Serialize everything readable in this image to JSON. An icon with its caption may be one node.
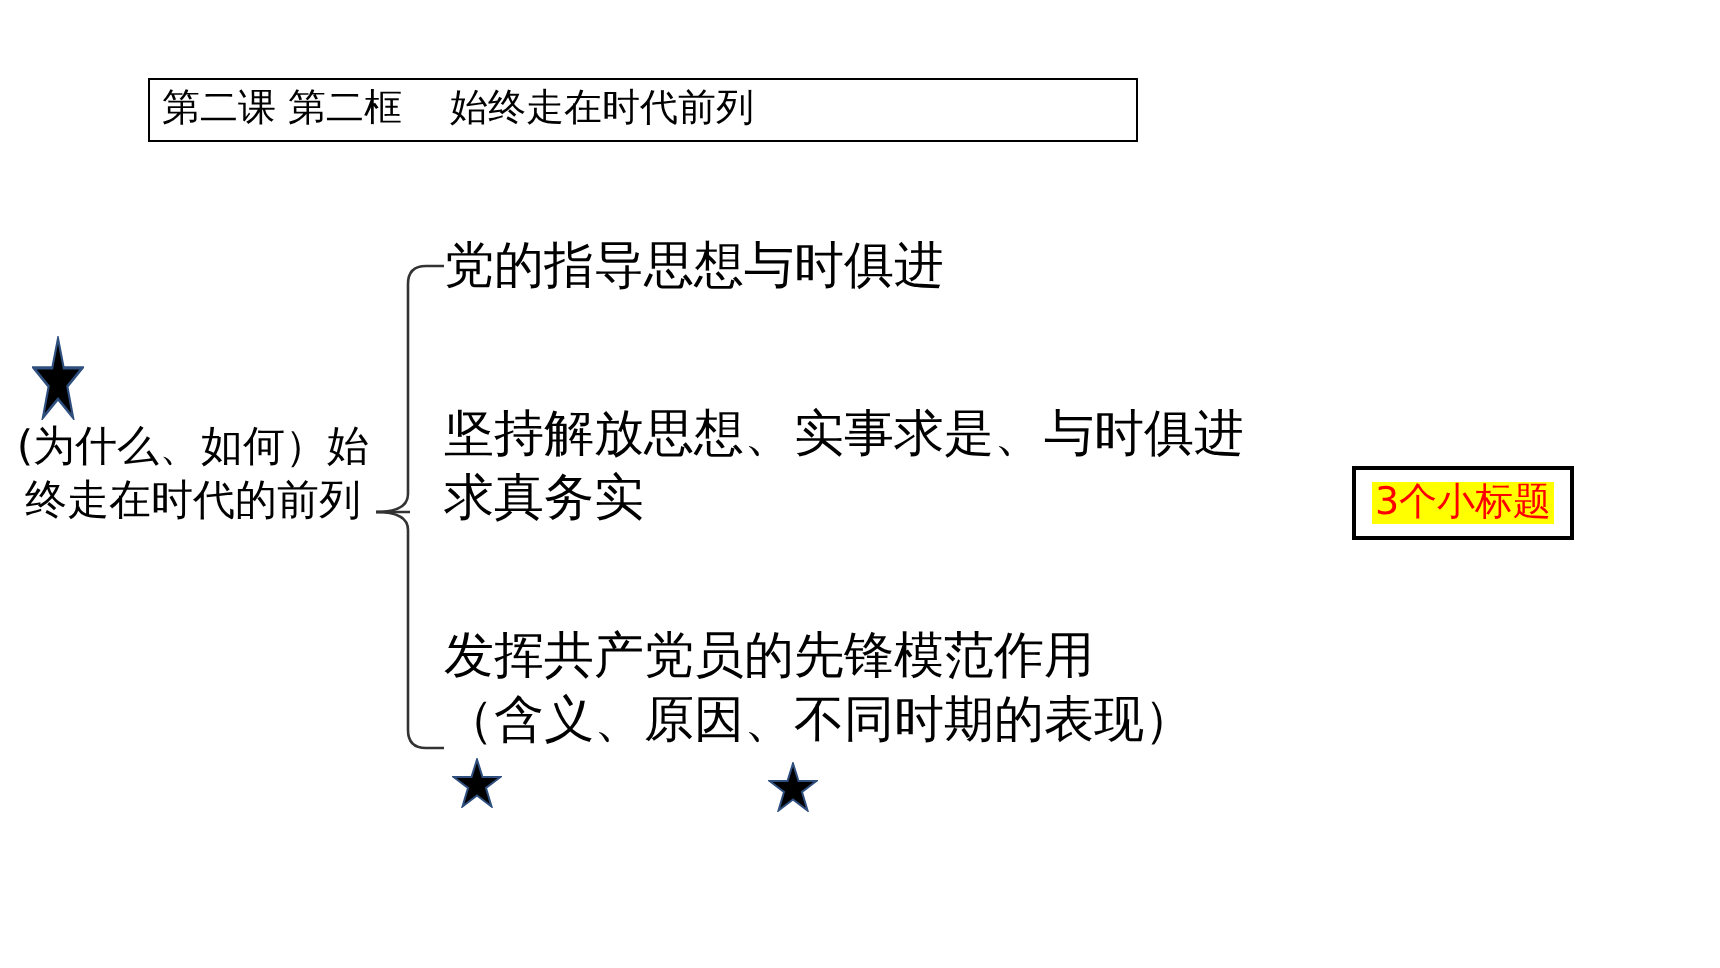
{
  "diagram": {
    "nodes": [
      {
        "text": [
          "第二课 第二框    始终走在时代前列"
        ]
      },
      {
        "text": [
          "(为什么、如何）始终走在时代的前列"
        ]
      },
      {
        "text": [
          "党的指导思想与时俱进"
        ]
      },
      {
        "text": [
          "坚持解放思想、实事求是、与时俱进求真务实"
        ]
      },
      {
        "text": [
          "发挥共产党员的先锋模范作用",
          "（含义、原因、不同时期的表现）"
        ]
      },
      {
        "text": [
          "3个小标题"
        ]
      }
    ],
    "edges": [
      {
        "from": 1,
        "to": 2,
        "arrow": "none"
      },
      {
        "from": 1,
        "to": 3,
        "arrow": "none"
      },
      {
        "from": 1,
        "to": 4,
        "arrow": "none"
      }
    ]
  }
}
